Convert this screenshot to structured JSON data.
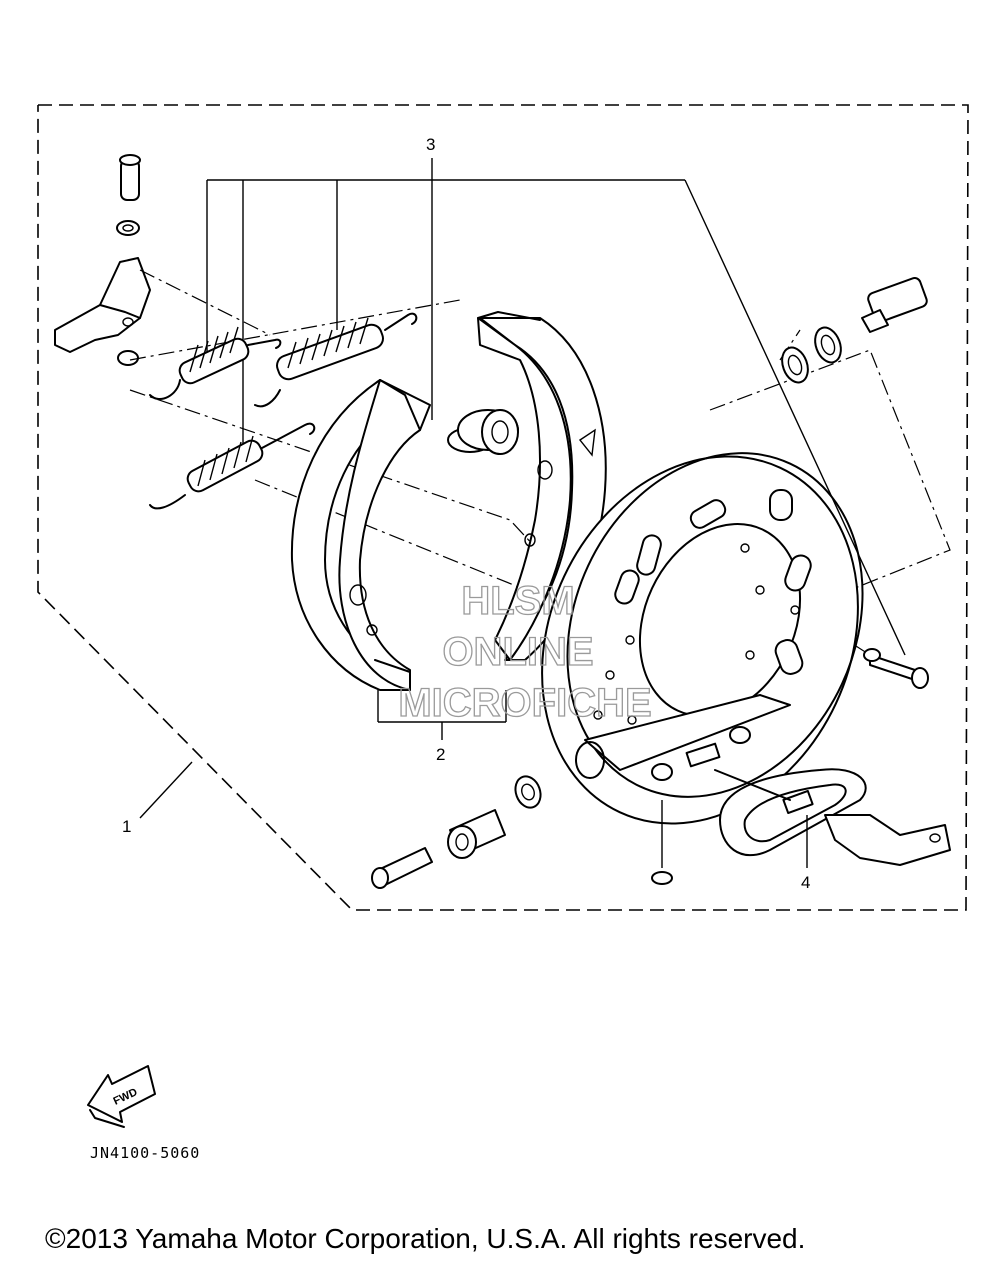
{
  "diagram": {
    "callouts": {
      "c1": "1",
      "c2": "2",
      "c3": "3",
      "c4": "4"
    },
    "watermark": {
      "line1": "HLSM",
      "line2": "ONLINE",
      "line3": "MICROFICHE"
    },
    "fwd_label": "FWD",
    "part_code": "JN4100-5060",
    "copyright": "©2013 Yamaha Motor Corporation, U.S.A. All rights reserved."
  }
}
